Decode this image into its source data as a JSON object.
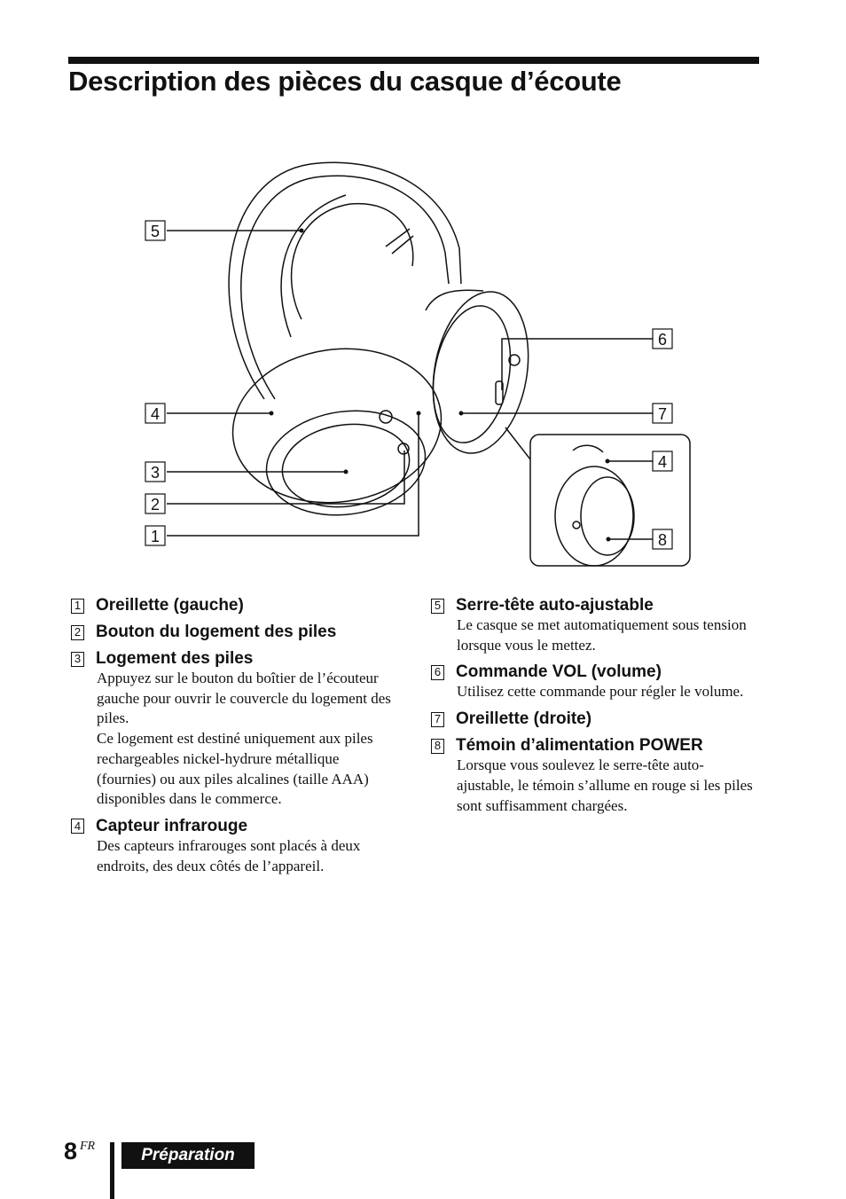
{
  "page": {
    "title": "Description des pièces du casque d’écoute",
    "page_number": "8",
    "page_suffix": "FR",
    "section_tab": "Préparation"
  },
  "figure": {
    "callouts": [
      "5",
      "4",
      "3",
      "2",
      "1",
      "6",
      "7",
      "4",
      "8"
    ]
  },
  "items_left": [
    {
      "num": "1",
      "label": "Oreillette (gauche)",
      "desc": []
    },
    {
      "num": "2",
      "label": "Bouton du logement des piles",
      "desc": []
    },
    {
      "num": "3",
      "label": "Logement des piles",
      "desc": [
        "Appuyez sur le bouton du boîtier de l’écouteur gauche pour ouvrir le couvercle du logement des piles.",
        "Ce logement est destiné uniquement aux piles rechargeables nickel-hydrure métallique (fournies) ou aux piles alcalines (taille AAA) disponibles dans le commerce."
      ]
    },
    {
      "num": "4",
      "label": "Capteur infrarouge",
      "desc": [
        "Des capteurs infrarouges sont placés à deux endroits, des deux côtés de l’appareil."
      ]
    }
  ],
  "items_right": [
    {
      "num": "5",
      "label": "Serre-tête auto-ajustable",
      "desc": [
        "Le casque se met automatiquement sous tension lorsque vous le mettez."
      ]
    },
    {
      "num": "6",
      "label": "Commande VOL (volume)",
      "desc": [
        "Utilisez cette commande pour régler le volume."
      ]
    },
    {
      "num": "7",
      "label": "Oreillette (droite)",
      "desc": []
    },
    {
      "num": "8",
      "label": "Témoin d’alimentation POWER",
      "desc": [
        "Lorsque vous soulevez le serre-tête auto-ajustable, le témoin s’allume en rouge si les piles sont suffisamment chargées."
      ]
    }
  ]
}
